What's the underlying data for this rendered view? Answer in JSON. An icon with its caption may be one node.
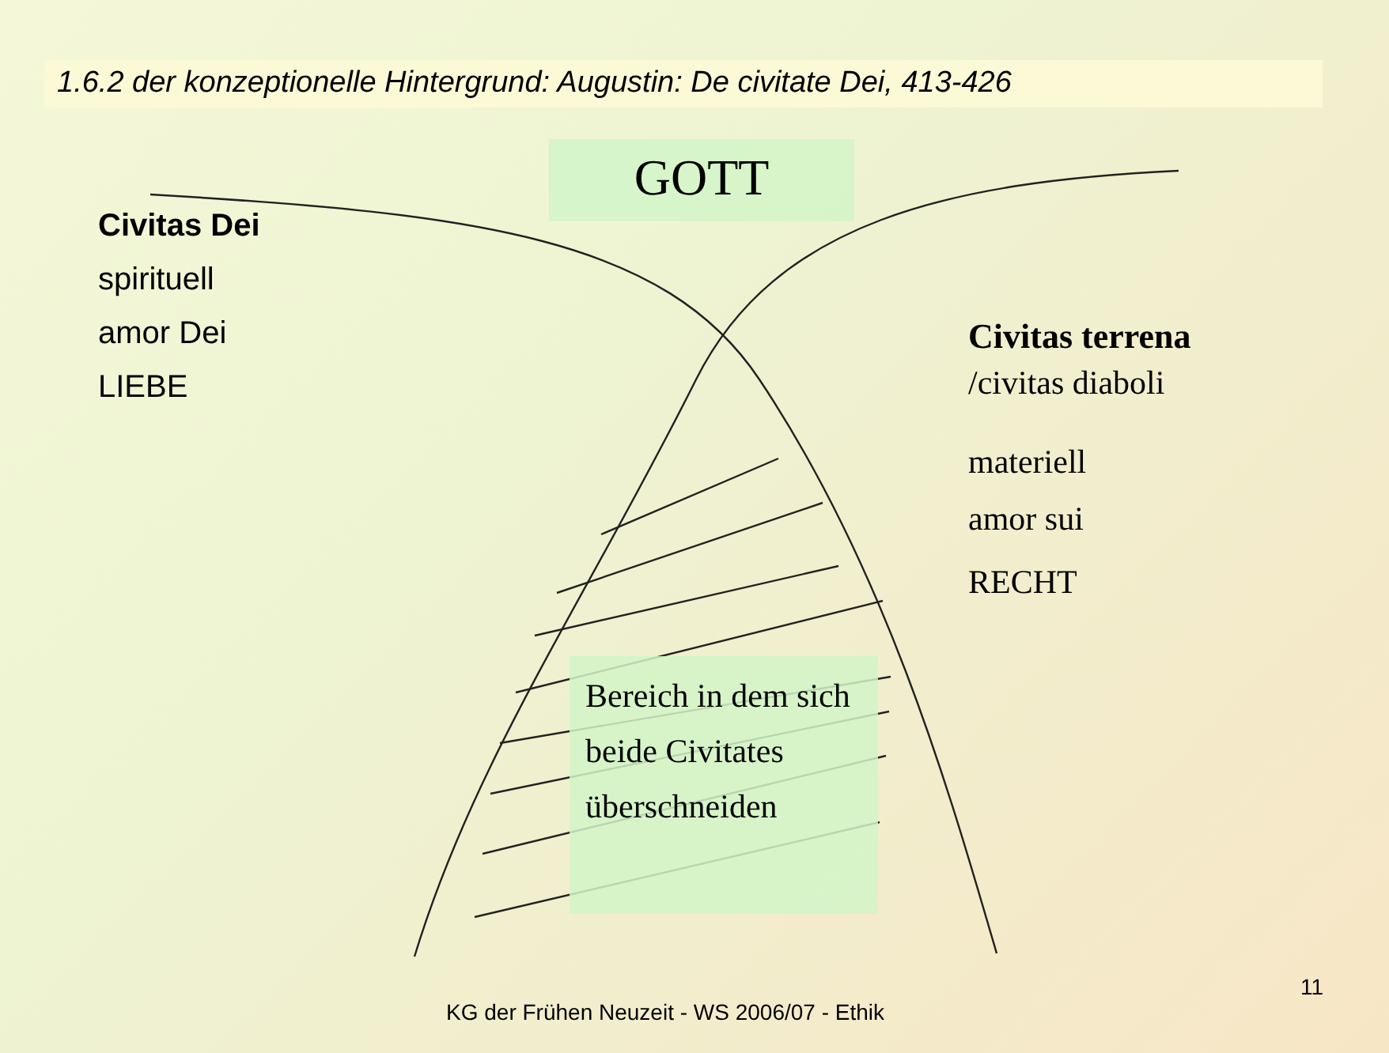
{
  "diagram": {
    "title": "1.6.2 der konzeptionelle Hintergrund: Augustin: De civitate Dei, 413-426",
    "nodes": [
      {
        "text": [
          "GOTT"
        ]
      },
      {
        "text": [
          "Bereich in dem sich beide Civitates überschneiden"
        ]
      }
    ],
    "labels": [
      "Civitas Dei",
      "spirituell",
      "amor Dei",
      "LIEBE",
      "Civitas terrena",
      "/civitas diaboli",
      "materiell",
      "amor sui",
      "RECHT",
      "11"
    ],
    "caption": "KG der Frühen Neuzeit - WS 2006/07 - Ethik"
  }
}
